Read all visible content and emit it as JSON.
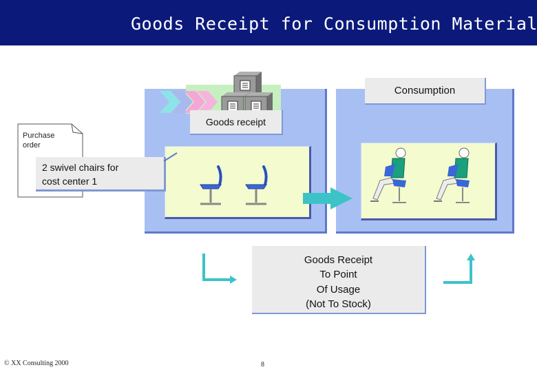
{
  "header": {
    "title": "Goods Receipt for Consumption Material"
  },
  "labels": {
    "consumption": "Consumption",
    "goods_receipt": "Goods receipt",
    "purchase_order_line1": "Purchase",
    "purchase_order_line2": "order",
    "chairs_line1": "2 swivel chairs for",
    "chairs_line2": "cost center 1",
    "gr_point_lines": [
      "Goods Receipt",
      "To Point",
      "Of Usage",
      "(Not To Stock)"
    ]
  },
  "footer": {
    "copyright": "© XX Consulting 2000",
    "page": "8"
  },
  "icons": [
    "chevron-arrows-icon",
    "storage-boxes-icon",
    "swivel-chair-icon",
    "seated-person-icon",
    "flow-arrow-icon",
    "corner-arrow-icon"
  ],
  "colors": {
    "header": "#0b1a7a",
    "panel": "#a8bff4",
    "inner": "#f3fbcf",
    "label_box": "#ebebeb",
    "arrow": "#3cc3c8"
  }
}
